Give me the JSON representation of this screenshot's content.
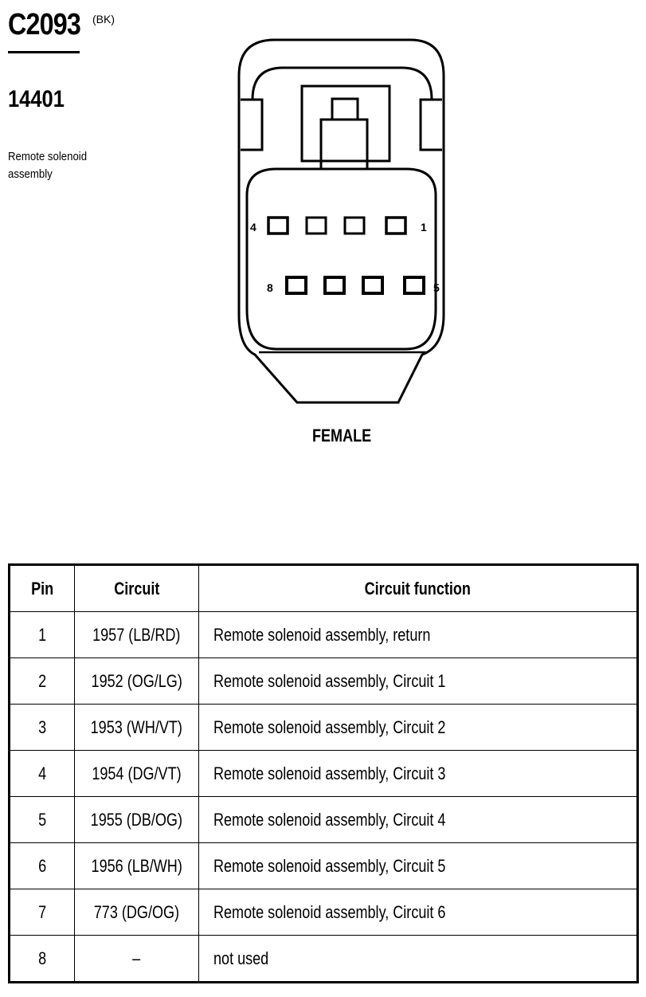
{
  "connector": {
    "id": "C2093",
    "color_code": "(BK)",
    "part_number": "14401",
    "description": "Remote solenoid assembly",
    "gender": "FEMALE",
    "pin_labels": {
      "top_left": "4",
      "top_right": "1",
      "bottom_left": "8",
      "bottom_right": "5"
    }
  },
  "table": {
    "headers": {
      "pin": "Pin",
      "circuit": "Circuit",
      "function": "Circuit function"
    },
    "rows": [
      {
        "pin": "1",
        "circuit": "1957 (LB/RD)",
        "function": "Remote solenoid assembly, return"
      },
      {
        "pin": "2",
        "circuit": "1952 (OG/LG)",
        "function": "Remote solenoid assembly, Circuit 1"
      },
      {
        "pin": "3",
        "circuit": "1953 (WH/VT)",
        "function": "Remote solenoid assembly, Circuit 2"
      },
      {
        "pin": "4",
        "circuit": "1954 (DG/VT)",
        "function": "Remote solenoid assembly, Circuit 3"
      },
      {
        "pin": "5",
        "circuit": "1955 (DB/OG)",
        "function": "Remote solenoid assembly, Circuit 4"
      },
      {
        "pin": "6",
        "circuit": "1956 (LB/WH)",
        "function": "Remote solenoid assembly, Circuit 5"
      },
      {
        "pin": "7",
        "circuit": "773 (DG/OG)",
        "function": "Remote solenoid assembly, Circuit 6"
      },
      {
        "pin": "8",
        "circuit": "–",
        "function": "not used"
      }
    ]
  }
}
